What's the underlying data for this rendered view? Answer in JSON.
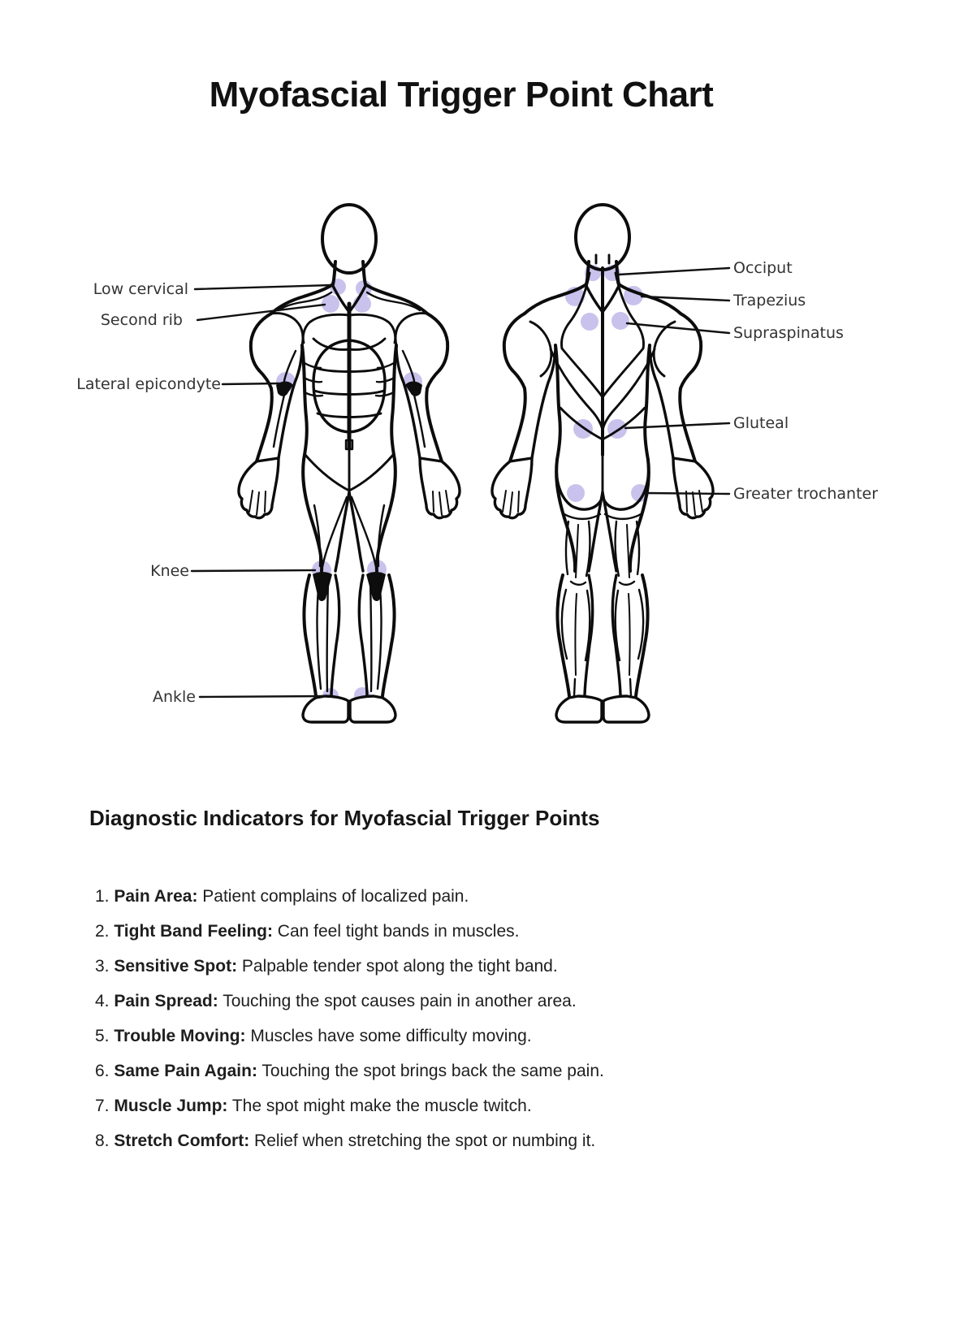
{
  "title": "Myofascial Trigger Point Chart",
  "diagram": {
    "trigger_color": "#c9c2ec",
    "labels_left": [
      {
        "text": "Low cervical"
      },
      {
        "text": "Second rib"
      },
      {
        "text": "Lateral epicondyte"
      },
      {
        "text": "Knee"
      },
      {
        "text": "Ankle"
      }
    ],
    "labels_right": [
      {
        "text": "Occiput"
      },
      {
        "text": "Trapezius"
      },
      {
        "text": "Supraspinatus"
      },
      {
        "text": "Gluteal"
      },
      {
        "text": "Greater trochanter"
      }
    ]
  },
  "section": {
    "heading": "Diagnostic Indicators for Myofascial Trigger Points",
    "items": [
      {
        "num": "1. ",
        "term": "Pain Area:",
        "desc": " Patient complains of localized pain."
      },
      {
        "num": "2. ",
        "term": "Tight Band Feeling:",
        "desc": " Can feel tight bands in muscles."
      },
      {
        "num": "3. ",
        "term": "Sensitive Spot:",
        "desc": " Palpable tender spot along the tight band."
      },
      {
        "num": "4. ",
        "term": "Pain Spread:",
        "desc": " Touching the spot causes pain in another area."
      },
      {
        "num": "5. ",
        "term": "Trouble Moving:",
        "desc": " Muscles have some difficulty moving."
      },
      {
        "num": "6. ",
        "term": "Same Pain Again:",
        "desc": " Touching the spot brings back the same pain."
      },
      {
        "num": "7. ",
        "term": "Muscle Jump:",
        "desc": " The spot might make the muscle twitch."
      },
      {
        "num": "8. ",
        "term": "Stretch Comfort:",
        "desc": " Relief when stretching the spot or numbing it."
      }
    ]
  }
}
